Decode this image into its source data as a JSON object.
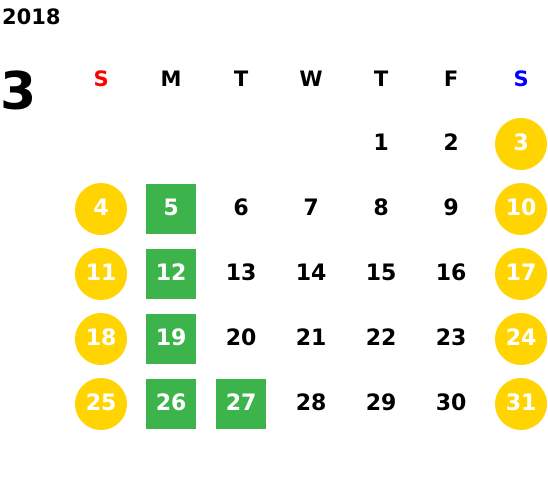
{
  "year": "2018",
  "month": "3",
  "colors": {
    "weekend_circle": "#ffd400",
    "highlight_square": "#3cb44b",
    "sunday_header": "#ff0000",
    "saturday_header": "#0000ff"
  },
  "weekday_headers": [
    "S",
    "M",
    "T",
    "W",
    "T",
    "F",
    "S"
  ],
  "weeks": [
    [
      {
        "d": "",
        "s": ""
      },
      {
        "d": "",
        "s": ""
      },
      {
        "d": "",
        "s": ""
      },
      {
        "d": "",
        "s": ""
      },
      {
        "d": "1",
        "s": ""
      },
      {
        "d": "2",
        "s": ""
      },
      {
        "d": "3",
        "s": "circle"
      }
    ],
    [
      {
        "d": "4",
        "s": "circle"
      },
      {
        "d": "5",
        "s": "square"
      },
      {
        "d": "6",
        "s": ""
      },
      {
        "d": "7",
        "s": ""
      },
      {
        "d": "8",
        "s": ""
      },
      {
        "d": "9",
        "s": ""
      },
      {
        "d": "10",
        "s": "circle"
      }
    ],
    [
      {
        "d": "11",
        "s": "circle"
      },
      {
        "d": "12",
        "s": "square"
      },
      {
        "d": "13",
        "s": ""
      },
      {
        "d": "14",
        "s": ""
      },
      {
        "d": "15",
        "s": ""
      },
      {
        "d": "16",
        "s": ""
      },
      {
        "d": "17",
        "s": "circle"
      }
    ],
    [
      {
        "d": "18",
        "s": "circle"
      },
      {
        "d": "19",
        "s": "square"
      },
      {
        "d": "20",
        "s": ""
      },
      {
        "d": "21",
        "s": ""
      },
      {
        "d": "22",
        "s": ""
      },
      {
        "d": "23",
        "s": ""
      },
      {
        "d": "24",
        "s": "circle"
      }
    ],
    [
      {
        "d": "25",
        "s": "circle"
      },
      {
        "d": "26",
        "s": "square"
      },
      {
        "d": "27",
        "s": "square"
      },
      {
        "d": "28",
        "s": ""
      },
      {
        "d": "29",
        "s": ""
      },
      {
        "d": "30",
        "s": ""
      },
      {
        "d": "31",
        "s": "circle"
      }
    ]
  ]
}
